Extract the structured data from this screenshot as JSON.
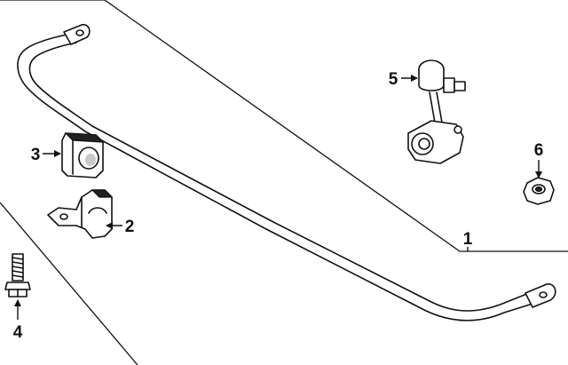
{
  "callouts": [
    {
      "id": "1",
      "label": "1"
    },
    {
      "id": "2",
      "label": "2"
    },
    {
      "id": "3",
      "label": "3"
    },
    {
      "id": "4",
      "label": "4"
    },
    {
      "id": "5",
      "label": "5"
    },
    {
      "id": "6",
      "label": "6"
    }
  ],
  "parts": {
    "stabilizer_bar": "stabilizer-bar-icon",
    "bushing_bracket": "bushing-bracket-icon",
    "bushing": "bushing-icon",
    "bolt": "bolt-icon",
    "stabilizer_link": "stabilizer-link-icon",
    "nut": "nut-icon"
  },
  "colors": {
    "line": "#111111",
    "background": "#ffffff"
  }
}
